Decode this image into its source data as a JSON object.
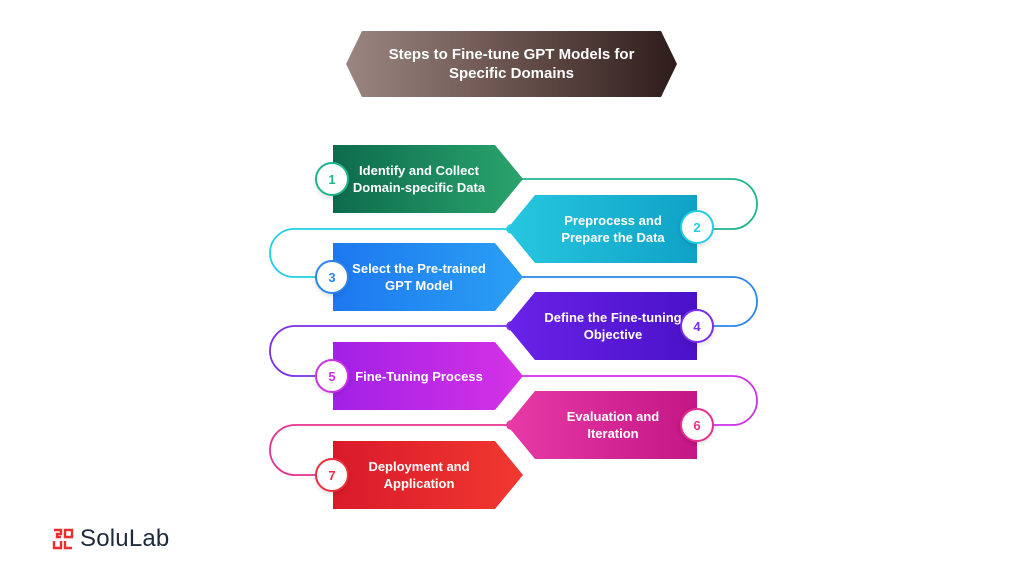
{
  "title": "Steps to Fine-tune GPT Models for Specific Domains",
  "steps": [
    {
      "number": "1",
      "label": "Identify and Collect Domain-specific Data",
      "color_from": "#0d6b4d",
      "color_to": "#2aa46d",
      "accent": "#1fb58c"
    },
    {
      "number": "2",
      "label": "Preprocess and Prepare the Data",
      "color_from": "#27c7e0",
      "color_to": "#0fa2c6",
      "accent": "#22cfe4"
    },
    {
      "number": "3",
      "label": "Select the Pre-trained GPT Model",
      "color_from": "#1d78f0",
      "color_to": "#2aa0f4",
      "accent": "#2a86ee"
    },
    {
      "number": "4",
      "label": "Define the Fine-tuning Objective",
      "color_from": "#6a22e8",
      "color_to": "#4a12c8",
      "accent": "#7a2fe8"
    },
    {
      "number": "5",
      "label": "Fine-Tuning Process",
      "color_from": "#a220e6",
      "color_to": "#d532e6",
      "accent": "#cc32e8"
    },
    {
      "number": "6",
      "label": "Evaluation and Iteration",
      "color_from": "#e73aa7",
      "color_to": "#c41684",
      "accent": "#e53290"
    },
    {
      "number": "7",
      "label": "Deployment and Application",
      "color_from": "#d91a2b",
      "color_to": "#f1382f",
      "accent": "#ec2f3e"
    }
  ],
  "logo": {
    "text": "SoluLab",
    "icon": "solulab-logo-icon",
    "color": "#ea2e2e"
  }
}
